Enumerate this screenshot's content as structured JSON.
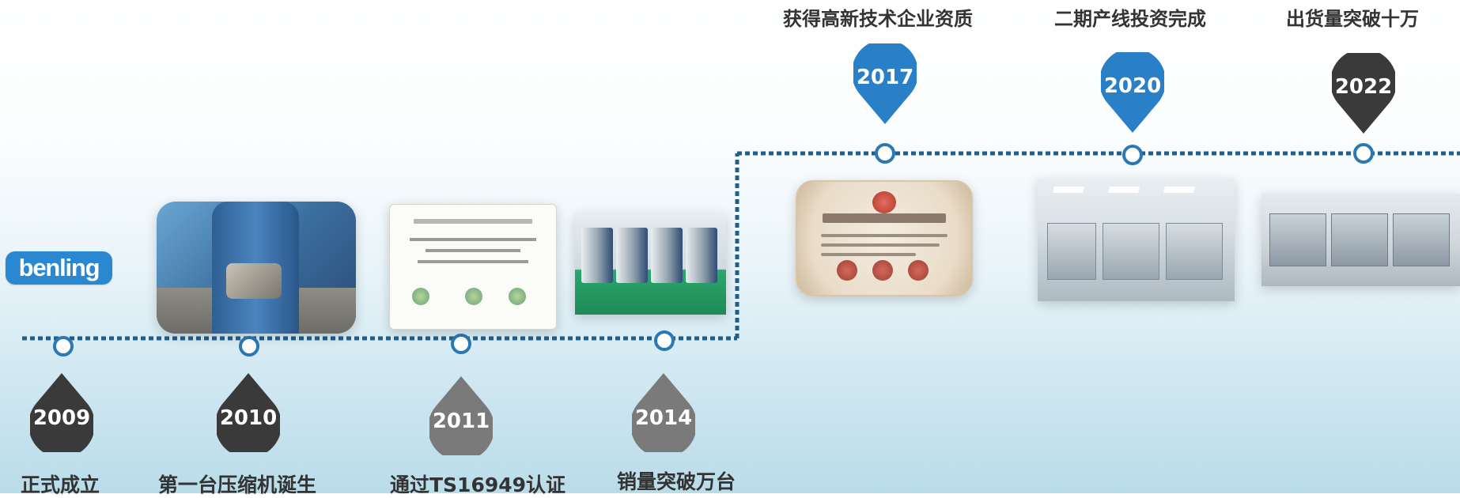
{
  "logo": {
    "text": "benling"
  },
  "milestones": [
    {
      "year": "2009",
      "caption": "正式成立"
    },
    {
      "year": "2010",
      "caption": "第一台压缩机诞生"
    },
    {
      "year": "2011",
      "caption": "通过TS16949认证"
    },
    {
      "year": "2014",
      "caption": "销量突破万台"
    },
    {
      "year": "2017",
      "caption": "获得高新技术企业资质"
    },
    {
      "year": "2020",
      "caption": "二期产线投资完成"
    },
    {
      "year": "2022",
      "caption": "出货量突破十万"
    }
  ],
  "colors": {
    "line_blue": "#1f5f8e",
    "node_ring": "#2a78b6",
    "marker_dark": "#3a3a3a",
    "marker_gray": "#7a7a7a",
    "marker_blue": "#2a80c7",
    "logo_blue": "#2a88d1",
    "caption_text": "#333333"
  }
}
